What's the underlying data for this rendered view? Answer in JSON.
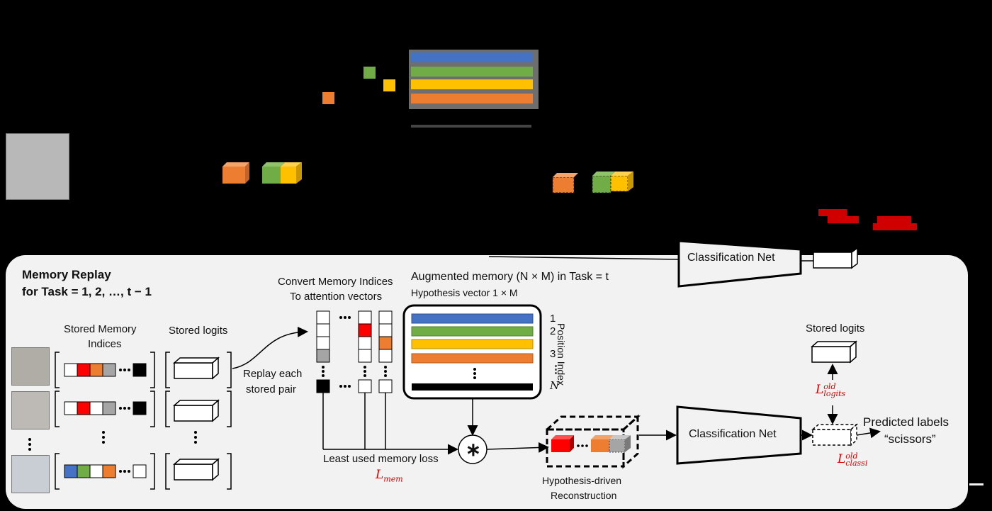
{
  "memory_replay": {
    "title_line1": "Memory Replay",
    "title_line2": "for Task = 1, 2, …, t − 1"
  },
  "labels": {
    "stored_memory_indices_1": "Stored Memory",
    "stored_memory_indices_2": "Indices",
    "stored_logits_left": "Stored logits",
    "replay_1": "Replay each",
    "replay_2": "stored pair",
    "convert_1": "Convert Memory Indices",
    "convert_2": "To attention vectors",
    "augmented_memory": "Augmented memory (N × M) in Task = t",
    "hypothesis_vector": "Hypothesis vector 1 × M",
    "position_index": "Position Index",
    "least_used_loss": "Least used memory loss",
    "l_mem": "L",
    "l_mem_sub": "mem",
    "hyp_recon_1": "Hypothesis-driven",
    "hyp_recon_2": "Reconstruction",
    "classification_net": "Classification Net",
    "classification_net_top": "Classification Net",
    "stored_logits_right": "Stored logits",
    "l_logits": "L",
    "l_logits_sup": "old",
    "l_logits_sub": "logits",
    "l_classi": "L",
    "l_classi_sup": "old",
    "l_classi_sub": "classi",
    "predicted_labels": "Predicted labels",
    "scissors": "“scissors”",
    "operator": "∗"
  },
  "position_indices": [
    "1",
    "2",
    "3",
    "⋮",
    "N"
  ],
  "colors": {
    "blue": "#4472c4",
    "green": "#70ad47",
    "yellow": "#ffc000",
    "orange": "#ed7d31",
    "red": "#ff0000",
    "gray": "#a5a5a5",
    "black": "#000000",
    "panel": "#f2f2f2",
    "math_red": "#e00000"
  }
}
